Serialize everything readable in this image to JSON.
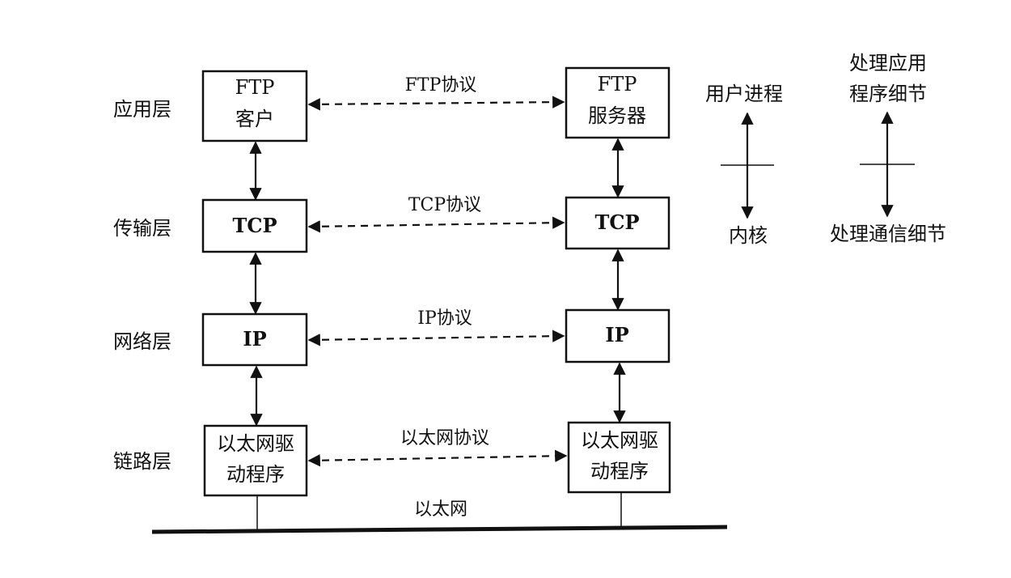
{
  "layers": {
    "application": "应用层",
    "transport": "传输层",
    "network": "网络层",
    "link": "链路层"
  },
  "client_stack": {
    "app_line1": "FTP",
    "app_line2": "客户",
    "transport": "TCP",
    "network": "IP",
    "link_line1": "以太网驱",
    "link_line2": "动程序"
  },
  "server_stack": {
    "app_line1": "FTP",
    "app_line2": "服务器",
    "transport": "TCP",
    "network": "IP",
    "link_line1": "以太网驱",
    "link_line2": "动程序"
  },
  "protocols": {
    "application": "FTP协议",
    "transport": "TCP协议",
    "network": "IP协议",
    "link": "以太网协议"
  },
  "network_medium": "以太网",
  "legend_left": {
    "top": "用户进程",
    "bottom": "内核"
  },
  "legend_right": {
    "top_line1": "处理应用",
    "top_line2": "程序细节",
    "bottom": "处理通信细节"
  }
}
